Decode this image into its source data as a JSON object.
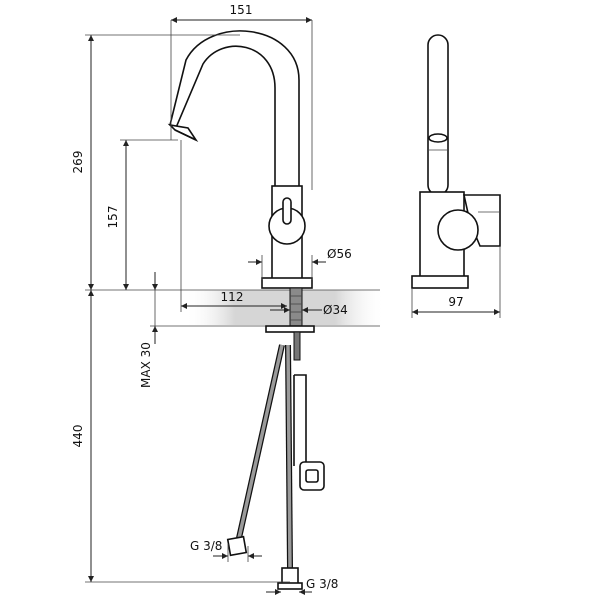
{
  "dimensions": {
    "width_top": "151",
    "total_height": "269",
    "spout_height": "157",
    "base_diameter": "Ø56",
    "reach": "112",
    "hole_diameter": "Ø34",
    "max_thickness": "MAX 30",
    "hose_length": "440",
    "side_depth": "97",
    "thread_left": "G 3/8",
    "thread_right": "G 3/8"
  },
  "colors": {
    "line": "#222222",
    "counter_band": "#dcdcdc",
    "hose": "#888888"
  }
}
